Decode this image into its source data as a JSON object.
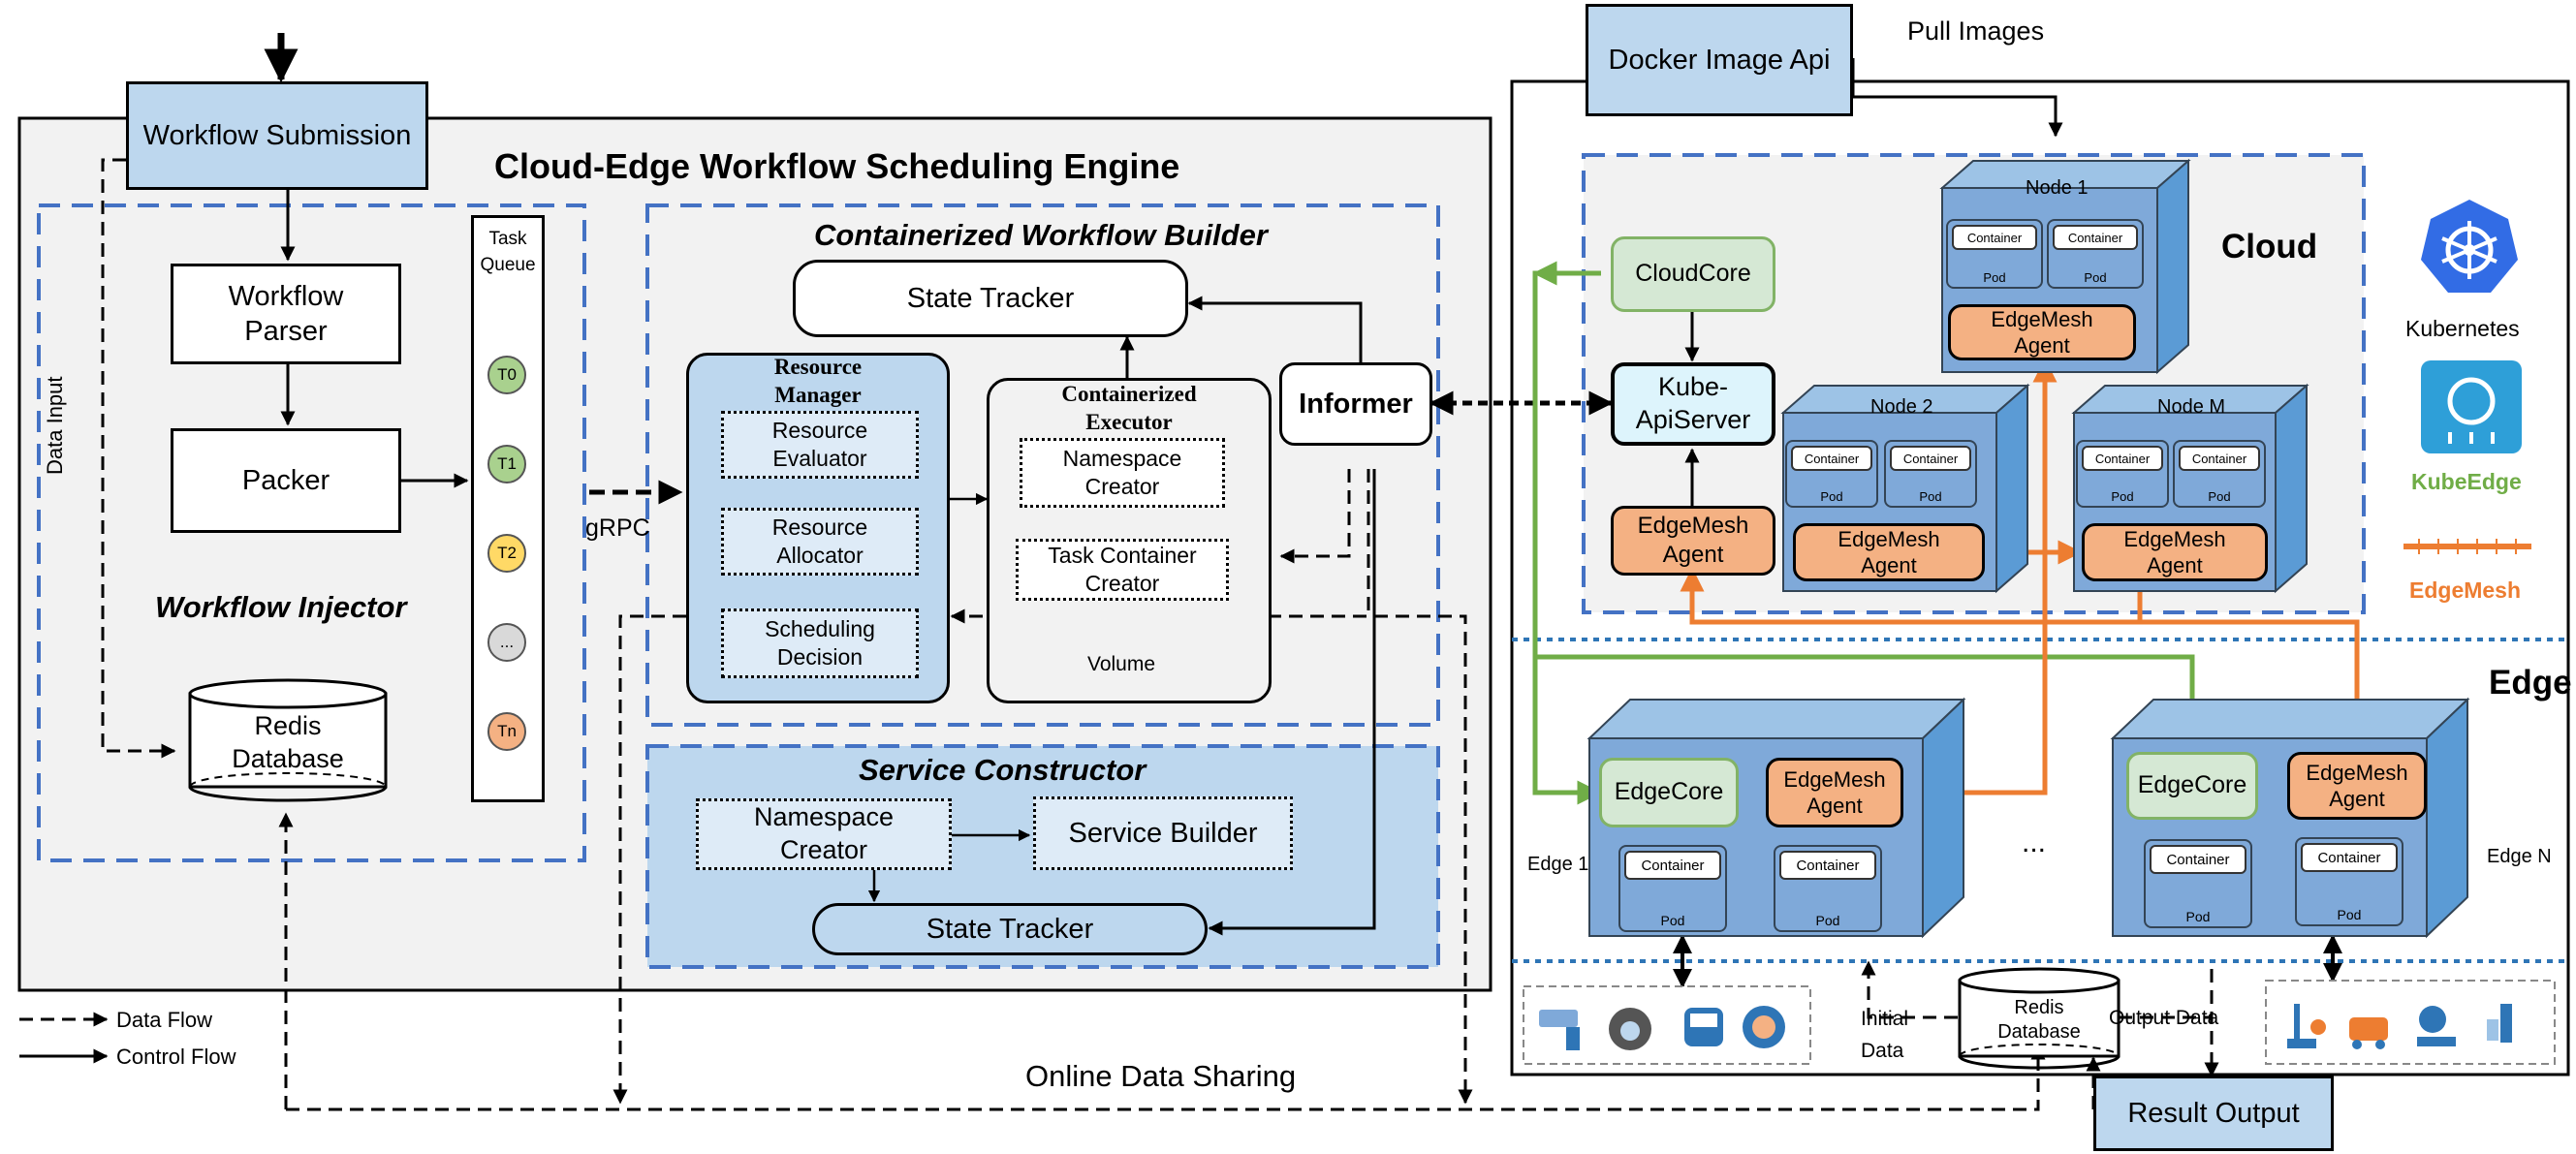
{
  "top": {
    "workflow_submission": "Workflow Submission",
    "engine_title": "Cloud-Edge Workflow Scheduling Engine",
    "docker_api": "Docker Image Api",
    "pull_images": "Pull Images"
  },
  "injector": {
    "title": "Workflow Injector",
    "parser": "Workflow Parser",
    "packer": "Packer",
    "data_input": "Data Input",
    "redis": "Redis Database",
    "task_queue": "Task Queue",
    "tasks": [
      "T0",
      "T1",
      "T2",
      "...",
      "Tn"
    ],
    "grpc": "gRPC"
  },
  "builder": {
    "title": "Containerized Workflow Builder",
    "state_tracker": "State Tracker",
    "resource_manager": "Resource Manager",
    "resource_evaluator": "Resource Evaluator",
    "resource_allocator": "Resource Allocator",
    "scheduling_decision": "Scheduling Decision",
    "executor": "Containerized Executor",
    "namespace_creator": "Namespace Creator",
    "task_container_creator": "Task Container Creator",
    "volume": "Volume",
    "informer": "Informer"
  },
  "service": {
    "title": "Service Constructor",
    "namespace_creator": "Namespace Creator",
    "service_builder": "Service Builder",
    "state_tracker": "State Tracker"
  },
  "cloud": {
    "label": "Cloud",
    "cloudcore": "CloudCore",
    "apiserver": "Kube-ApiServer",
    "edgemesh_agent": "EdgeMesh Agent",
    "node1": "Node 1",
    "node2": "Node 2",
    "nodem": "Node M",
    "container": "Container",
    "pod": "Pod"
  },
  "edge": {
    "label": "Edge",
    "edgecore": "EdgeCore",
    "edgemesh_agent": "EdgeMesh Agent",
    "edge1": "Edge 1",
    "edgen": "Edge N",
    "ellipsis": "...",
    "container": "Container",
    "pod": "Pod"
  },
  "logos": {
    "kubernetes": "Kubernetes",
    "kubeedge": "KubeEdge",
    "edgemesh": "EdgeMesh"
  },
  "bottom": {
    "initial_data": "Initial Data",
    "redis": "Redis Database",
    "output_data": "Output Data",
    "result_output": "Result Output",
    "online_sharing": "Online Data Sharing"
  },
  "legend": {
    "data_flow": "Data Flow",
    "control_flow": "Control Flow"
  },
  "colors": {
    "box_blue": "#bdd7ee",
    "dash_blue": "#4472c4",
    "green_line": "#70ad47",
    "orange_line": "#ed7d31",
    "agent_orange": "#f4b183",
    "k8s_blue": "#326ce5"
  }
}
